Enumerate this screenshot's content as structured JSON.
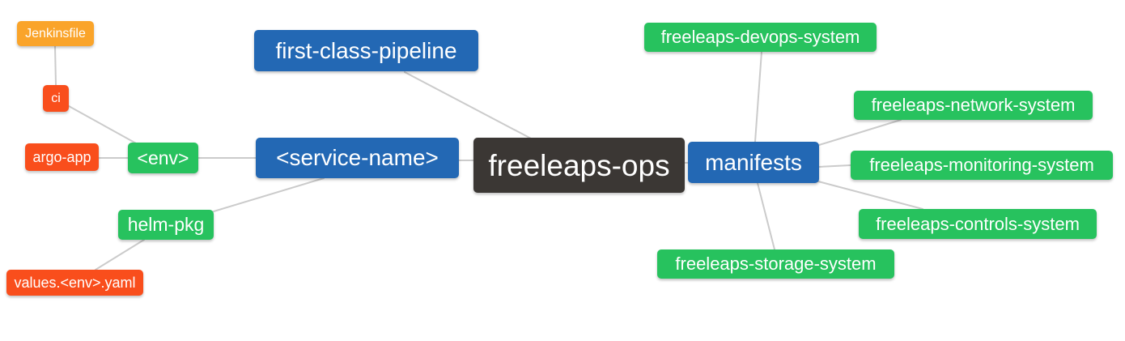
{
  "diagram": {
    "type": "mindmap",
    "root": "freeleaps_ops"
  },
  "palette": {
    "orange": "#FAA42A",
    "red": "#F94E1C",
    "green": "#27C25E",
    "blue": "#2368B4",
    "dark": "#3B3734",
    "edge": "#CBCBCB",
    "canvas_background": "#FFFFFF",
    "node_text": "#FFFFFF"
  },
  "nodes": {
    "freeleaps_ops": {
      "label": "freeleaps-ops",
      "color": "dark"
    },
    "first_class_pipeline": {
      "label": "first-class-pipeline",
      "color": "blue"
    },
    "service_name": {
      "label": "<service-name>",
      "color": "blue"
    },
    "manifests": {
      "label": "manifests",
      "color": "blue"
    },
    "env": {
      "label": "<env>",
      "color": "green"
    },
    "helm_pkg": {
      "label": "helm-pkg",
      "color": "green"
    },
    "ci": {
      "label": "ci",
      "color": "red"
    },
    "argo_app": {
      "label": "argo-app",
      "color": "red"
    },
    "jenkinsfile": {
      "label": "Jenkinsfile",
      "color": "orange"
    },
    "values_env_yaml": {
      "label": "values.<env>.yaml",
      "color": "red"
    },
    "devops_system": {
      "label": "freeleaps-devops-system",
      "color": "green"
    },
    "network_system": {
      "label": "freeleaps-network-system",
      "color": "green"
    },
    "monitoring_system": {
      "label": "freeleaps-monitoring-system",
      "color": "green"
    },
    "controls_system": {
      "label": "freeleaps-controls-system",
      "color": "green"
    },
    "storage_system": {
      "label": "freeleaps-storage-system",
      "color": "green"
    }
  },
  "edges": [
    {
      "from": "freeleaps_ops",
      "to": "first_class_pipeline"
    },
    {
      "from": "freeleaps_ops",
      "to": "service_name"
    },
    {
      "from": "freeleaps_ops",
      "to": "manifests"
    },
    {
      "from": "service_name",
      "to": "env"
    },
    {
      "from": "service_name",
      "to": "helm_pkg"
    },
    {
      "from": "env",
      "to": "ci"
    },
    {
      "from": "env",
      "to": "argo_app"
    },
    {
      "from": "ci",
      "to": "jenkinsfile"
    },
    {
      "from": "helm_pkg",
      "to": "values_env_yaml"
    },
    {
      "from": "manifests",
      "to": "devops_system"
    },
    {
      "from": "manifests",
      "to": "network_system"
    },
    {
      "from": "manifests",
      "to": "monitoring_system"
    },
    {
      "from": "manifests",
      "to": "controls_system"
    },
    {
      "from": "manifests",
      "to": "storage_system"
    }
  ]
}
